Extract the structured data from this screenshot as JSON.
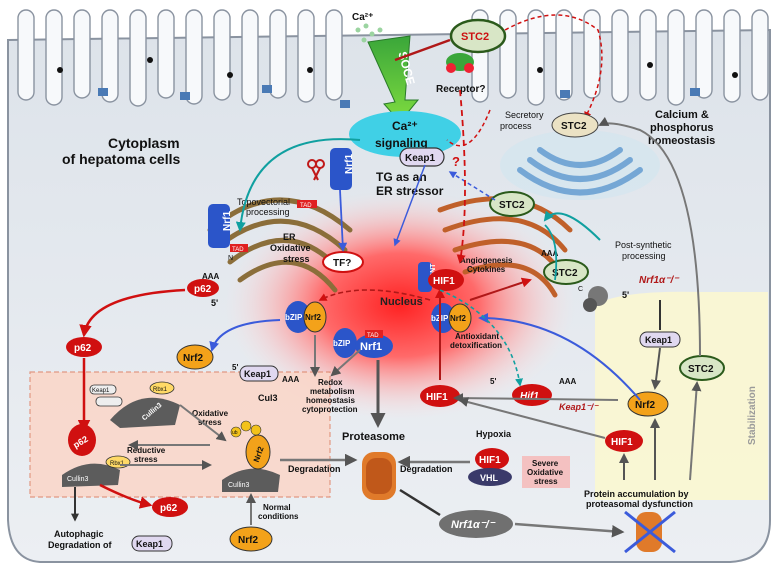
{
  "region": {
    "title_line1": "Cytoplasm",
    "title_line2": "of hepatoma cells",
    "nucleus": "Nucleus"
  },
  "top": {
    "ca2": "Ca²⁺",
    "soce": "SOCE",
    "receptor": "Receptor?",
    "stc2_top": "STC2",
    "ca_signaling_1": "Ca²⁺",
    "ca_signaling_2": "signaling",
    "keap1_top": "Keap1",
    "question": "?",
    "secretory": "Secretory",
    "secretory2": "process",
    "stc2_secretory": "STC2",
    "calcium_1": "Calcium &",
    "calcium_2": "phosphorus",
    "calcium_3": "homeostasis",
    "stc2_mid": "STC2",
    "tg_1": "TG as an",
    "tg_2": "ER stressor"
  },
  "er_left": {
    "nrf1_a": "Nrf1",
    "nrf1_b": "Nrf1",
    "tad_a": "TAD",
    "tad_b": "TAD",
    "topo_1": "Topovectorial",
    "topo_2": "processing",
    "er_1": "ER",
    "er_2": "Oxidative",
    "er_3": "stress",
    "tf": "TF?",
    "p62": "p62",
    "aaa": "AAA",
    "five": "5'",
    "n": "N"
  },
  "nucleus_items": {
    "arnt": "ARNT",
    "hif1": "HIF1",
    "angio_1": "Angiogenesis",
    "angio_2": "Cytokines",
    "bzip_1": "bZIP",
    "nrf2_1": "Nrf2",
    "bzip_2": "bZIP",
    "nrf2_2": "Nrf2",
    "bzip_3": "bZIP",
    "nrf1_c": "Nrf1",
    "tad_c": "TAD",
    "antiox_1": "Antioxidant",
    "antiox_2": "detoxification",
    "redox_1": "Redox",
    "redox_2": "metabolism",
    "redox_3": "homeostasis",
    "redox_4": "cytoprotection"
  },
  "er_right": {
    "stc2": "STC2",
    "post_1": "Post-synthetic",
    "post_2": "processing",
    "five": "5'",
    "aaa": "AAA",
    "c": "C",
    "nrf1_ko": "Nrf1α⁻/⁻"
  },
  "left_panel": {
    "p62_a": "p62",
    "nrf2": "Nrf2",
    "keap1": "Keap1",
    "keap1_b": "Keap1",
    "rbx1": "Rbx1",
    "cullin3": "Cullin3",
    "cul3": "Cul3",
    "ox_1": "Oxidative",
    "ox_2": "stress",
    "red_1": "Reductive",
    "red_2": "stress",
    "ub": "ub",
    "p62_b": "p62",
    "p62_c": "p62",
    "nrf2_in": "Nrf2",
    "five": "5'",
    "aaa": "AAA"
  },
  "bottom": {
    "auto_1": "Autophagic",
    "auto_2": "Degradation of",
    "keap1": "Keap1",
    "normal_1": "Normal",
    "normal_2": "conditions",
    "nrf2": "Nrf2",
    "degradation_l": "Degradation",
    "proteasome": "Proteasome",
    "degradation_r": "Degradation",
    "hypoxia": "Hypoxia",
    "hif1": "HIF1",
    "vhl": "VHL",
    "severe_1": "Severe",
    "severe_2": "Oxidative",
    "severe_3": "stress",
    "nrf1_ko": "Nrf1α⁻/⁻",
    "protein_1": "Protein accumulation by",
    "protein_2": "proteasomal dysfunction"
  },
  "right_panel": {
    "keap1": "Keap1",
    "stc2": "STC2",
    "keap1_ko": "Keap1⁻/⁻",
    "nrf2": "Nrf2",
    "hif1": "HIF1",
    "hif1_mid": "HIF1",
    "hif1_small": "Hif1",
    "five": "5'",
    "aaa": "AAA",
    "stabilization": "Stabilization"
  }
}
